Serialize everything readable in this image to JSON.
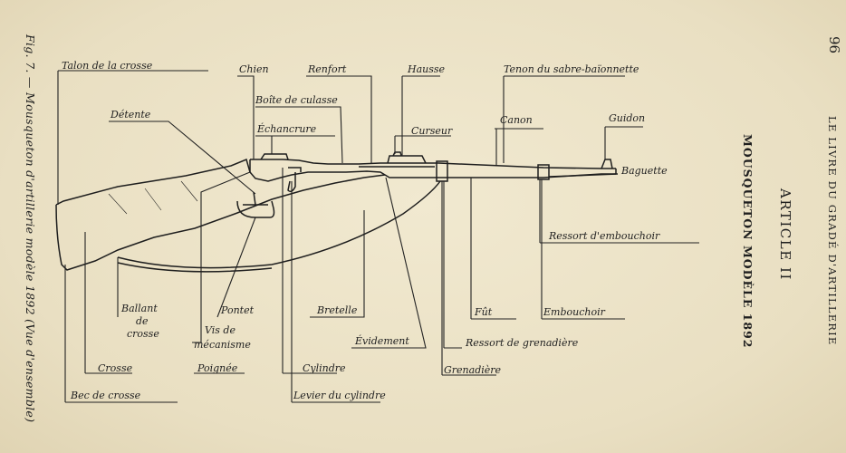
{
  "caption": "Fig. 7. — Mousqueton d'artillerie modèle 1892 (Vue d'ensemble)",
  "page_number": "96",
  "running_header": "LE LIVRE DU GRADÉ D'ARTILLERIE",
  "article_title": "ARTICLE II",
  "model_title": "MOUSQUETON MODÈLE 1892",
  "labels": {
    "talon": "Talon de la crosse",
    "chien": "Chien",
    "renfort": "Renfort",
    "hausse": "Hausse",
    "tenon": "Tenon du sabre-baïonnette",
    "boite": "Boîte de culasse",
    "detente": "Détente",
    "guidon": "Guidon",
    "canon": "Canon",
    "echancrure": "Échancrure",
    "curseur": "Curseur",
    "baguette": "Baguette",
    "ressort_emb": "Ressort d'embouchoir",
    "ballant": "Ballant",
    "ballant_de": "de",
    "ballant_crosse": "crosse",
    "pontet": "Pontet",
    "bretelle": "Bretelle",
    "fut": "Fût",
    "embouchoir": "Embouchoir",
    "vis": "Vis de",
    "mecanisme": "mécanisme",
    "evidement": "Évidement",
    "ressort_gren": "Ressort de grenadière",
    "crosse": "Crosse",
    "poignee": "Poignée",
    "cylindre": "Cylindre",
    "grenadiere": "Grenadière",
    "bec": "Bec de crosse",
    "levier": "Levier du cylindre"
  }
}
